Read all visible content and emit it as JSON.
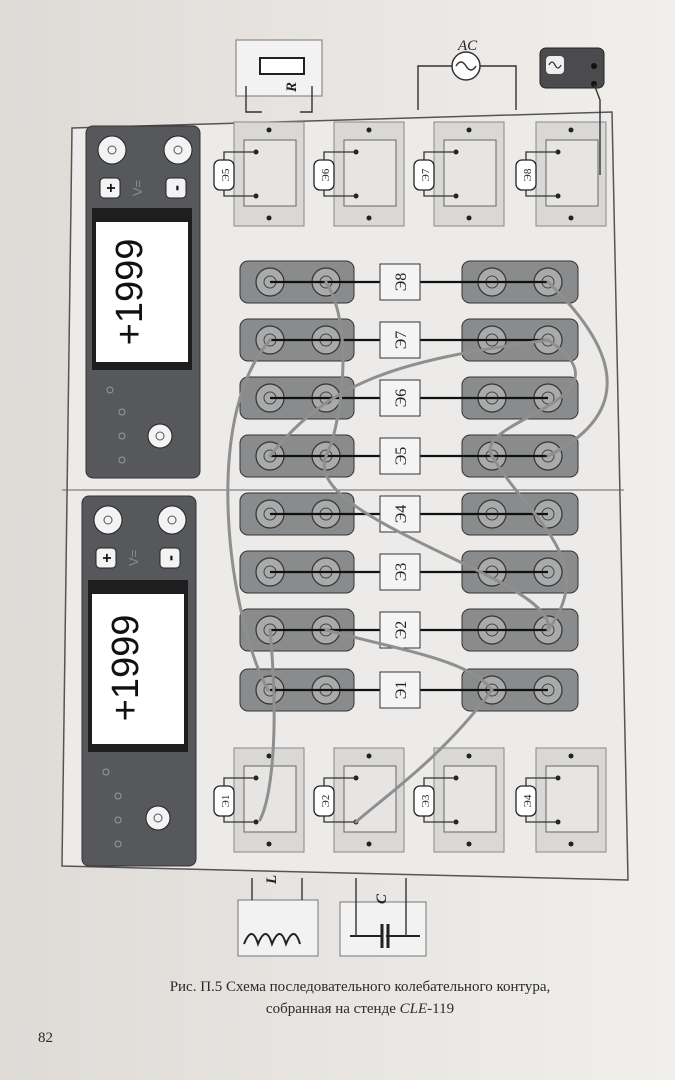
{
  "caption": {
    "line1": "Рис. П.5 Схема последовательного колебательного контура,",
    "line2_prefix": "собранная на стенде ",
    "line2_model": "CLE",
    "line2_suffix": "-119"
  },
  "page_number": "82",
  "meters": [
    {
      "reading": "+1999",
      "mode": "V=",
      "plus": "+",
      "minus": "-"
    },
    {
      "reading": "+1999",
      "mode": "V=",
      "plus": "+",
      "minus": "-"
    }
  ],
  "slots_top": [
    "Э5",
    "Э6",
    "Э7",
    "Э8"
  ],
  "slots_bottom": [
    "Э1",
    "Э2",
    "Э3",
    "Э4"
  ],
  "bus_labels": [
    "Э8",
    "Э7",
    "Э6",
    "Э5",
    "Э4",
    "Э3",
    "Э2",
    "Э1"
  ],
  "components": {
    "resistor": "R",
    "ac_source": "AC",
    "inductor": "L",
    "capacitor": "C"
  }
}
